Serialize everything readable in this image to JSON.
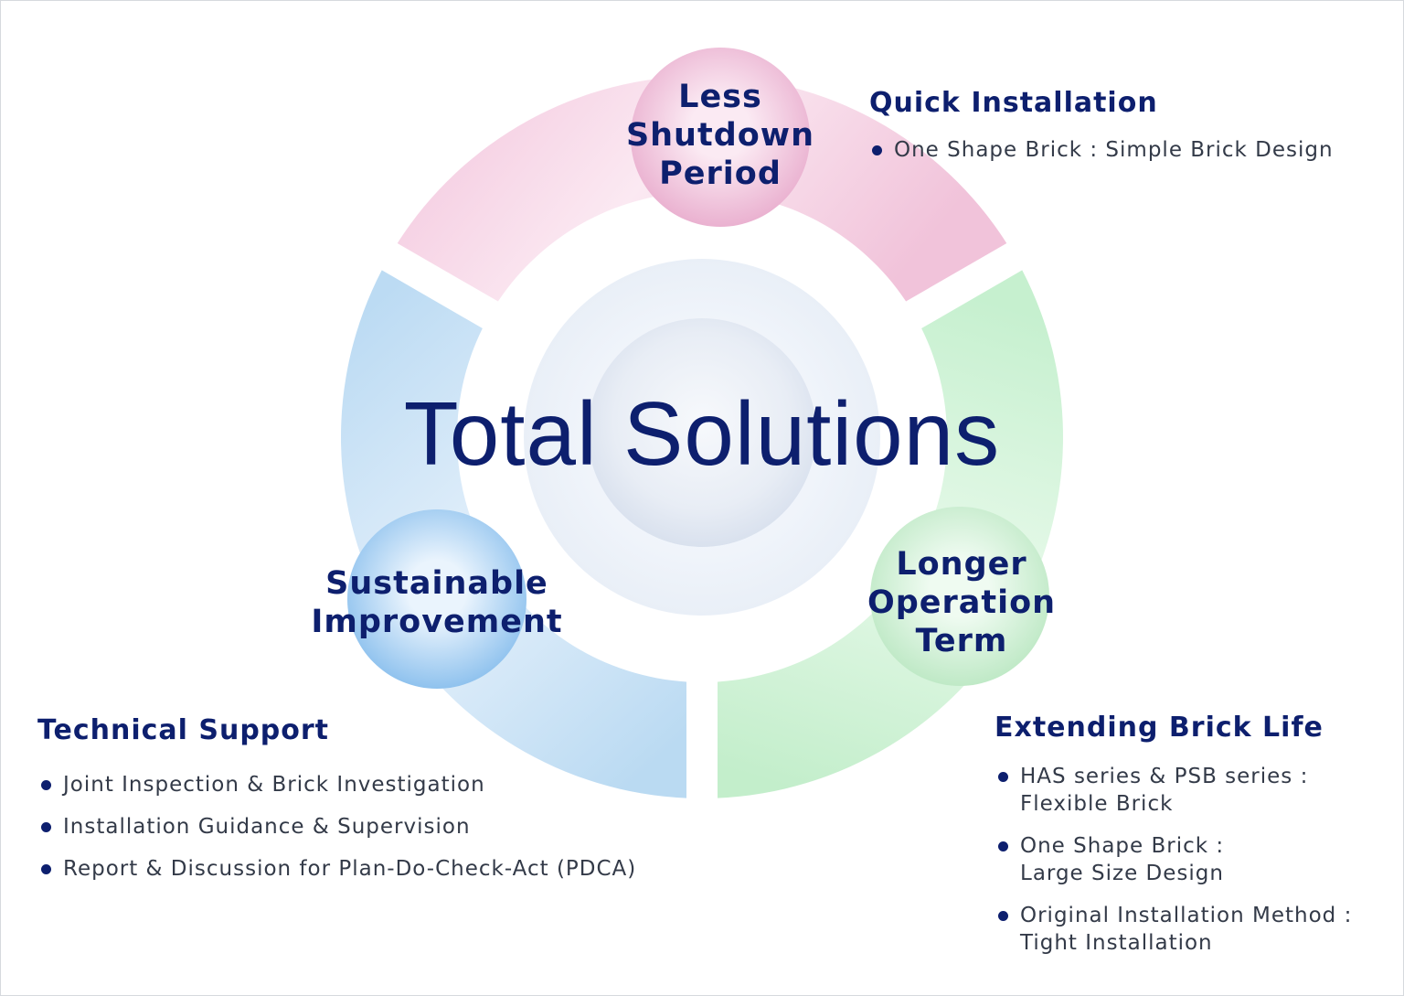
{
  "center_title": "Total Solutions",
  "bubbles": {
    "pink": [
      "Less",
      "Shutdown",
      "Period"
    ],
    "blue": [
      "Sustainable",
      "Improvement"
    ],
    "green": [
      "Longer",
      "Operation",
      "Term"
    ]
  },
  "sections": {
    "quick_installation": {
      "title": "Quick Installation",
      "items": [
        [
          "One Shape Brick : Simple Brick Design"
        ]
      ]
    },
    "technical_support": {
      "title": "Technical Support",
      "items": [
        [
          "Joint Inspection & Brick Investigation"
        ],
        [
          "Installation Guidance & Supervision"
        ],
        [
          "Report & Discussion for Plan-Do-Check-Act (PDCA)"
        ]
      ]
    },
    "extending_brick_life": {
      "title": "Extending Brick Life",
      "items": [
        [
          "HAS series & PSB series :",
          "Flexible Brick"
        ],
        [
          "One Shape Brick :",
          "Large Size Design"
        ],
        [
          "Original Installation Method :",
          "Tight Installation"
        ]
      ]
    }
  },
  "colors": {
    "navy": "#0d1f6e",
    "pink": "#f1c6dc",
    "blue": "#bcdcf3",
    "green": "#c7f0cf"
  }
}
